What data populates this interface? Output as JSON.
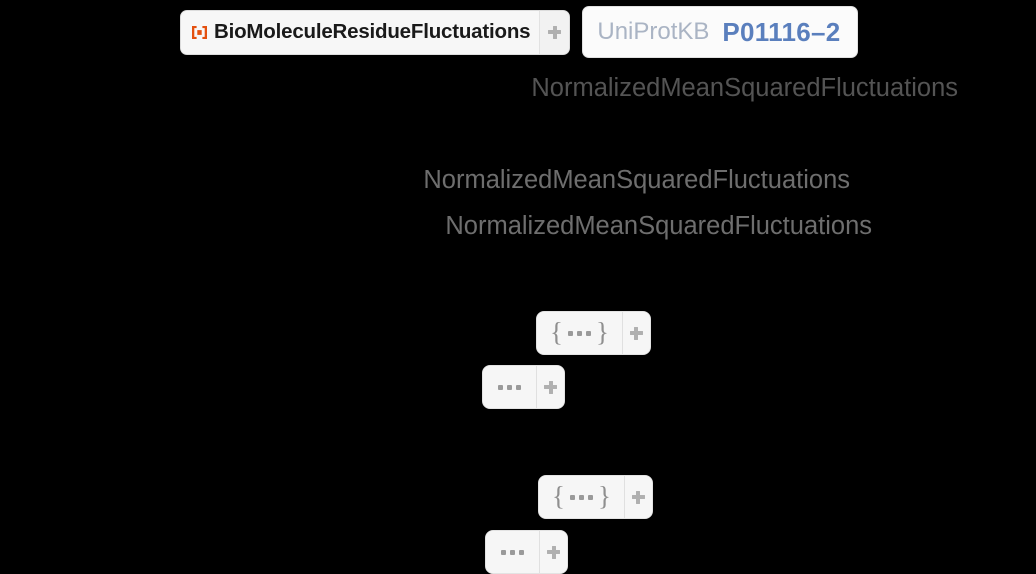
{
  "window": {
    "background": "#000000",
    "app": "Wolfram Notebook Output"
  },
  "header": {
    "resource_function": {
      "icon": "wolfram-resource-icon",
      "icon_color": "#e4500f",
      "label": "BioMoleculeResidueFluctuations",
      "expand_label": "+"
    },
    "entity": {
      "type_label": "UniProtKB",
      "type_color": "#aab4c4",
      "id_label": "P01116–2",
      "id_color": "#5a7fbd"
    }
  },
  "option_lines": [
    {
      "text": "NormalizedMeanSquaredFluctuations",
      "shade": "dark"
    },
    {
      "text": "NormalizedMeanSquaredFluctuations",
      "shade": "light"
    },
    {
      "text": "NormalizedMeanSquaredFluctuations",
      "shade": "light"
    }
  ],
  "collapsed_expressions": [
    {
      "glyph": "list-ellipsis-glyph",
      "open_brace": "{",
      "close_brace": "}",
      "ellipsis": "⋯",
      "expand_label": "+"
    },
    {
      "glyph": "sequence-ellipsis-glyph",
      "open_brace": "",
      "close_brace": "",
      "ellipsis": "⋯",
      "expand_label": "+"
    },
    {
      "glyph": "list-ellipsis-glyph",
      "open_brace": "{",
      "close_brace": "}",
      "ellipsis": "⋯",
      "expand_label": "+"
    },
    {
      "glyph": "sequence-ellipsis-glyph",
      "open_brace": "",
      "close_brace": "",
      "ellipsis": "⋯",
      "expand_label": "+"
    }
  ],
  "colors": {
    "accent_orange": "#e4500f",
    "entity_blue": "#5a7fbd",
    "entity_gray_blue": "#aab4c4",
    "text_dark": "#545454",
    "text_light": "#6e6e6e",
    "pill_fill": "#f6f6f6",
    "plus_gray": "#b0b0b0"
  }
}
